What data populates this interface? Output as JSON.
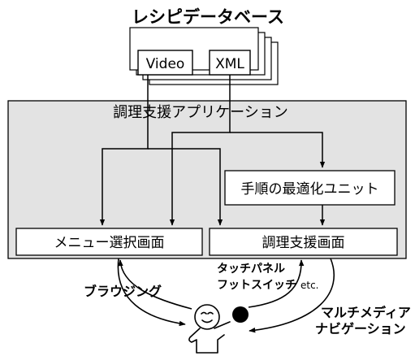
{
  "database": {
    "title": "レシピデータベース",
    "items": [
      "Video",
      "XML"
    ]
  },
  "application": {
    "title": "調理支援アプリケーション",
    "optimizer": "手順の最適化ユニット",
    "menu_screen": "メニュー選択画面",
    "support_screen": "調理支援画面"
  },
  "interactions": {
    "browsing": "ブラウジング",
    "input_line1": "タッチパネル",
    "input_line2": "フットスイッチ",
    "input_etc": "etc.",
    "output_line1": "マルチメディア",
    "output_line2": "ナビゲーション"
  },
  "colors": {
    "app_fill": "#e3e3e3",
    "stroke": "#000000",
    "box_fill": "#ffffff"
  }
}
